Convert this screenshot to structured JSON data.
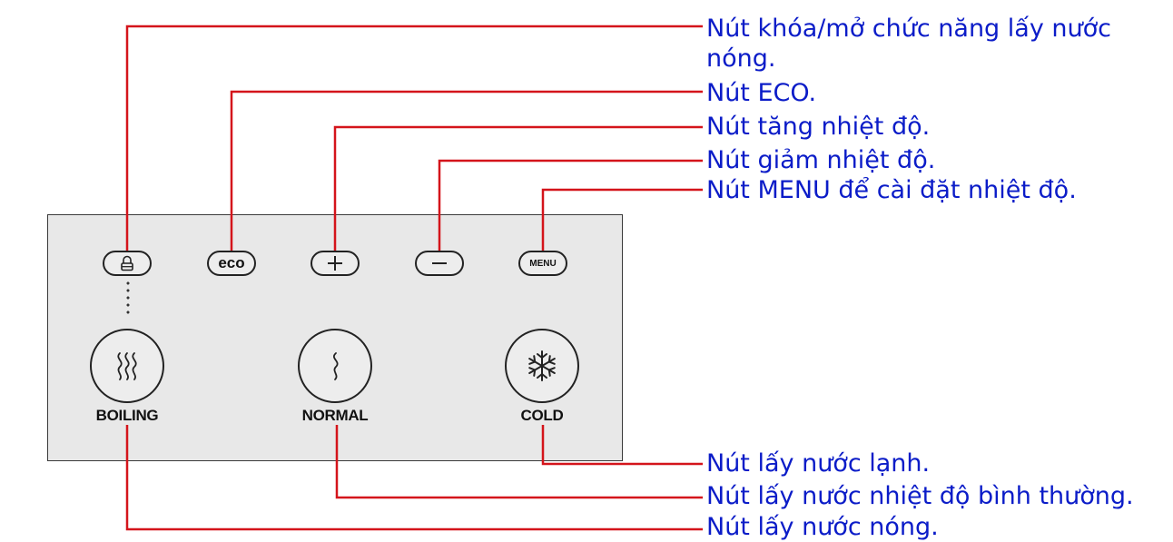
{
  "annotations": {
    "lock": "Nút khóa/mở chức năng lấy nước\nnóng.",
    "eco": "Nút ECO.",
    "plus": "Nút tăng nhiệt độ.",
    "minus": "Nút giảm nhiệt độ.",
    "menu": "Nút MENU để cài đặt nhiệt độ.",
    "cold": "Nút lấy nước lạnh.",
    "normal": "Nút lấy nước nhiệt độ bình thường.",
    "boiling": "Nút lấy nước nóng."
  },
  "panel": {
    "eco_label": "eco",
    "menu_label": "MENU",
    "boiling_label": "BOILING",
    "normal_label": "NORMAL",
    "cold_label": "COLD"
  },
  "icons": {
    "lock": "lock-icon",
    "plus": "plus-icon",
    "minus": "minus-icon",
    "boiling": "steam-icon",
    "normal": "wave-icon",
    "cold": "snowflake-icon"
  },
  "colors": {
    "callout_line": "#d4141b",
    "annotation_text": "#0b1cc8",
    "panel_background": "#e8e8e8",
    "panel_border": "#3a3a3a"
  }
}
